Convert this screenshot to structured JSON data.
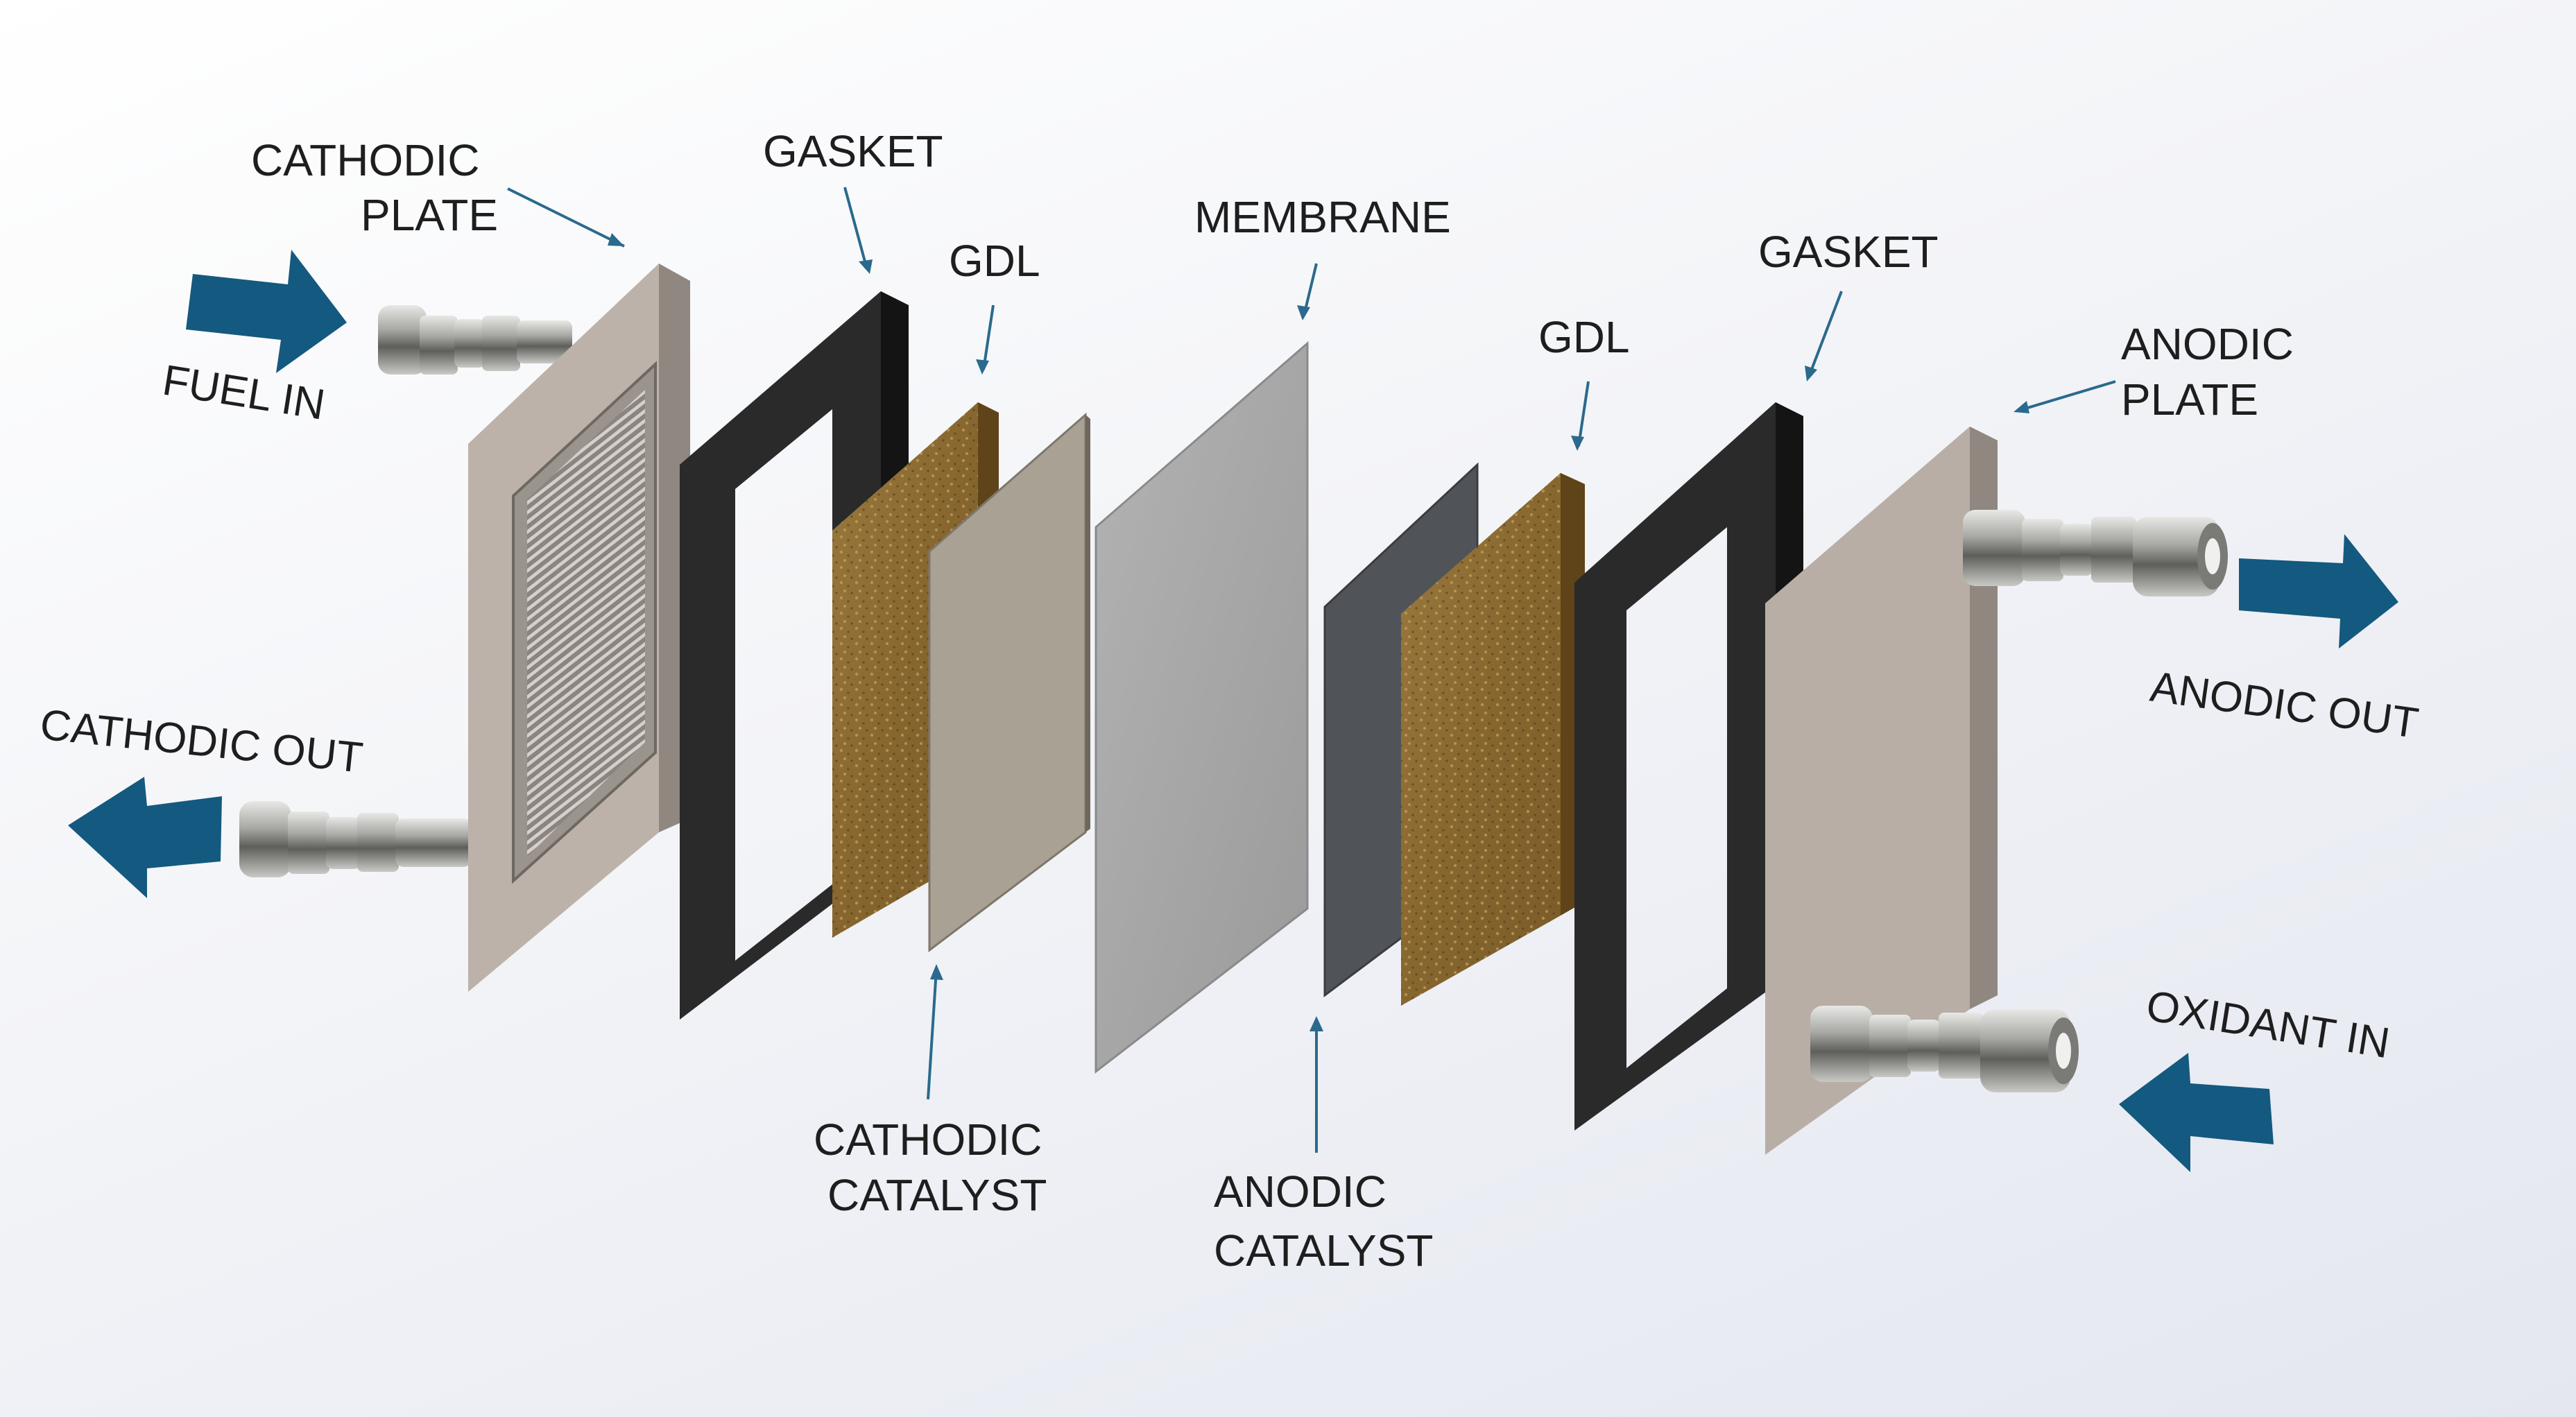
{
  "labels": {
    "cathodic_plate": [
      "CATHODIC",
      "PLATE"
    ],
    "gasket_left": "GASKET",
    "gdl_left": "GDL",
    "membrane": "MEMBRANE",
    "gdl_right": "GDL",
    "gasket_right": "GASKET",
    "anodic_plate": [
      "ANODIC",
      "PLATE"
    ],
    "cathodic_catalyst": [
      "CATHODIC",
      "CATALYST"
    ],
    "anodic_catalyst": [
      "ANODIC",
      "CATALYST"
    ]
  },
  "flows": {
    "fuel_in": "FUEL IN",
    "cathodic_out": "CATHODIC OUT",
    "anodic_out": "ANODIC OUT",
    "oxidant_in": "OXIDANT IN"
  },
  "colors": {
    "flow_arrow": "#14597f",
    "callout": "#2a6a8c",
    "plate": "#b8aea6",
    "gasket": "#262626",
    "gdl": "#8a6a34",
    "cathodic_catalyst": "#a8a092",
    "membrane": "#a6a6a6",
    "anodic_catalyst": "#505458"
  }
}
